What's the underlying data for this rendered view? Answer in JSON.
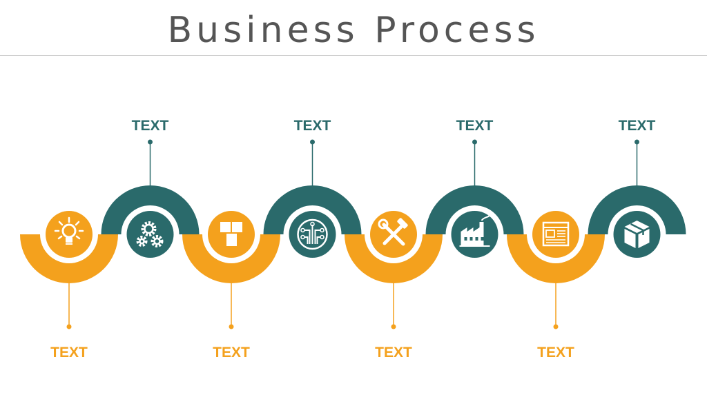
{
  "title": "Business Process",
  "colors": {
    "orange": "#F4A11D",
    "teal": "#2A6A6B",
    "title": "#555555",
    "rule": "#CFCFCF"
  },
  "steps": [
    {
      "label": "TEXT",
      "position": "below",
      "color": "orange",
      "icon": "lightbulb-icon"
    },
    {
      "label": "TEXT",
      "position": "above",
      "color": "teal",
      "icon": "gears-icon"
    },
    {
      "label": "TEXT",
      "position": "below",
      "color": "orange",
      "icon": "boxes-icon"
    },
    {
      "label": "TEXT",
      "position": "above",
      "color": "teal",
      "icon": "circuit-icon"
    },
    {
      "label": "TEXT",
      "position": "below",
      "color": "orange",
      "icon": "tools-icon"
    },
    {
      "label": "TEXT",
      "position": "above",
      "color": "teal",
      "icon": "factory-icon"
    },
    {
      "label": "TEXT",
      "position": "below",
      "color": "orange",
      "icon": "web-layout-icon"
    },
    {
      "label": "TEXT",
      "position": "above",
      "color": "teal",
      "icon": "package-icon"
    }
  ]
}
